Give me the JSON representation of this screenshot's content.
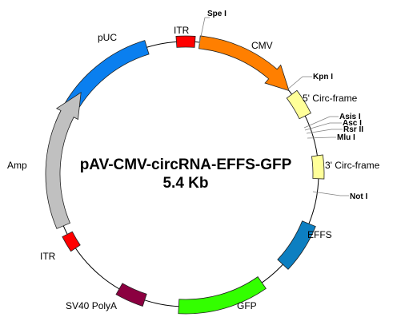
{
  "plasmid": {
    "name": "pAV-CMV-circRNA-EFFS-GFP",
    "size": "5.4 Kb"
  },
  "features": [
    {
      "key": "itr_top",
      "label": "ITR",
      "color": "#ff0000"
    },
    {
      "key": "cmv",
      "label": "CMV",
      "color": "#ff7f00"
    },
    {
      "key": "circ5",
      "label": "5' Circ-frame",
      "color": "#ffff99"
    },
    {
      "key": "circ3",
      "label": "3' Circ-frame",
      "color": "#ffff99"
    },
    {
      "key": "effs",
      "label": "EFFS",
      "color": "#0d7fc1"
    },
    {
      "key": "gfp",
      "label": "GFP",
      "color": "#33ff00"
    },
    {
      "key": "sv40",
      "label": "SV40 PolyA",
      "color": "#8b0040"
    },
    {
      "key": "itr_bottom",
      "label": "ITR",
      "color": "#ff0000"
    },
    {
      "key": "amp",
      "label": "Amp",
      "color": "#c0c0c0"
    },
    {
      "key": "puc",
      "label": "pUC",
      "color": "#0a7fef"
    }
  ],
  "sites": [
    {
      "key": "spe",
      "label": "Spe I"
    },
    {
      "key": "kpn",
      "label": "Kpn I"
    },
    {
      "key": "asis",
      "label": "Asis I"
    },
    {
      "key": "asc",
      "label": "Asc I"
    },
    {
      "key": "rsr",
      "label": "Rsr II"
    },
    {
      "key": "mlu",
      "label": "Mlu I"
    },
    {
      "key": "not",
      "label": "Not I"
    }
  ]
}
